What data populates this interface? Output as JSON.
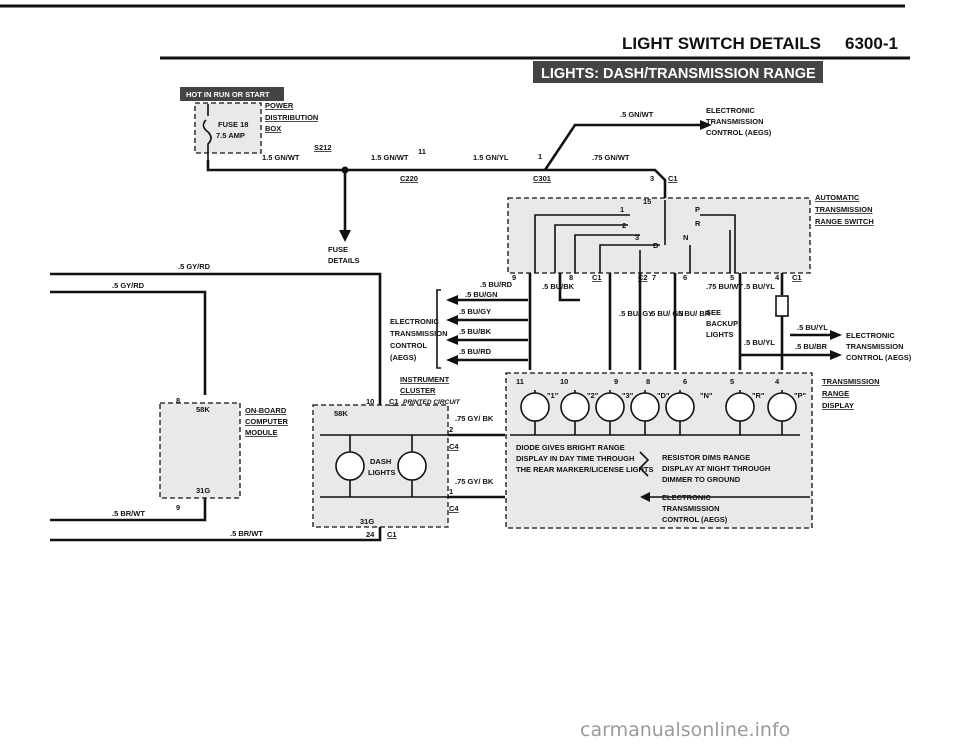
{
  "header": {
    "title": "LIGHT SWITCH DETAILS",
    "page_number": "6300-1"
  },
  "banner": "LIGHTS: DASH/TRANSMISSION RANGE",
  "hot_label": "HOT IN RUN OR START",
  "fuse": {
    "name": "FUSE 18",
    "rating": "7.5 AMP"
  },
  "power_box": [
    "POWER",
    "DISTRIBUTION",
    "BOX"
  ],
  "wires": {
    "gn_wt_15": "1.5 GN/WT",
    "splice_s212": "S212",
    "gn_wt_15b": "1.5 GN/WT",
    "pin11": "11",
    "gn_yl_15": "1.5 GN/YL",
    "pin1": "1",
    "gn_wt_75": ".75 GN/WT",
    "gn_wt_5": ".5 GN/WT",
    "c220": "C220",
    "c301": "C301",
    "pin3_c1": "3",
    "c1": "C1",
    "gy_rd_a": ".5 GY/RD",
    "gy_rd_b": ".5 GY/RD",
    "br_wt_a": ".5 BR/WT",
    "br_wt_b": ".5 BR/WT",
    "bu_rd": ".5 BU/RD",
    "bu_gn": ".5 BU/GN",
    "bu_gy": ".5 BU/GY",
    "bu_bk": ".5 BU/BK",
    "bu_rd2": ".5 BU/RD",
    "bu_bk2": ".5 BU/BK",
    "bu_yl_a": ".5 BU/YL",
    "bu_yl_b": ".5 BU/YL",
    "bu_yl_c": ".5 BU/YL",
    "bu_br": ".5 BU/BR",
    "bu_wt": ".75 BU/WT",
    "bu_gy2": ".5 BU/ GY",
    "bu_gn2": ".5 BU/ GN",
    "bu_br2": ".5 BU/ BR",
    "gy_bk_a": ".75 GY/ BK",
    "gy_bk_b": ".75 GY/ BK",
    "c4a": "C4",
    "c4b": "C4",
    "c2": "C2"
  },
  "labels": {
    "fuse_details": [
      "FUSE",
      "DETAILS"
    ],
    "aegs_top": [
      "ELECTRONIC",
      "TRANSMISSION",
      "CONTROL (AEGS)"
    ],
    "aegs_left": [
      "ELECTRONIC",
      "TRANSMISSION",
      "CONTROL",
      "(AEGS)"
    ],
    "aegs_right": [
      "ELECTRONIC",
      "TRANSMISSION",
      "CONTROL (AEGS)"
    ],
    "aegs_inner": [
      "ELECTRONIC",
      "TRANSMISSION",
      "CONTROL (AEGS)"
    ],
    "range_switch": [
      "AUTOMATIC",
      "TRANSMISSION",
      "RANGE SWITCH"
    ],
    "range_display": [
      "TRANSMISSION",
      "RANGE",
      "DISPLAY"
    ],
    "instrument_cluster": [
      "INSTRUMENT",
      "CLUSTER"
    ],
    "printed_circuit": "PRINTED CIRCUIT",
    "computer": [
      "ON-BOARD",
      "COMPUTER",
      "MODULE"
    ],
    "dash_lights": [
      "DASH",
      "LIGHTS"
    ],
    "see_backup": [
      "SEE",
      "BACKUP",
      "LIGHTS"
    ],
    "diode_note": [
      "DIODE GIVES BRIGHT RANGE",
      "DISPLAY IN DAY TIME THROUGH",
      "THE REAR MARKER/LICENSE LIGHTS"
    ],
    "resistor_note": [
      "RESISTOR DIMS RANGE",
      "DISPLAY AT NIGHT THROUGH",
      "DIMMER TO GROUND"
    ],
    "pins": {
      "p58k_a": "58K",
      "p58k_b": "58K",
      "p31g_a": "31G",
      "p31g_b": "31G",
      "p8": "8",
      "p9": "9",
      "p10": "10",
      "p24": "24",
      "p2": "2",
      "p1": "1"
    },
    "switch_pins": [
      "9",
      "8",
      "7",
      "6",
      "5",
      "4",
      "11",
      "10",
      "9",
      "8",
      "6",
      "5",
      "4"
    ],
    "switch_positions": [
      "1",
      "2",
      "3",
      "D",
      "N",
      "R",
      "P",
      "15"
    ],
    "range_letters": [
      "\"1\"",
      "\"2\"",
      "\"3\"",
      "\"D\"",
      "\"N\"",
      "\"R\"",
      "\"P\""
    ]
  },
  "watermark": "carmanualsonline.info"
}
